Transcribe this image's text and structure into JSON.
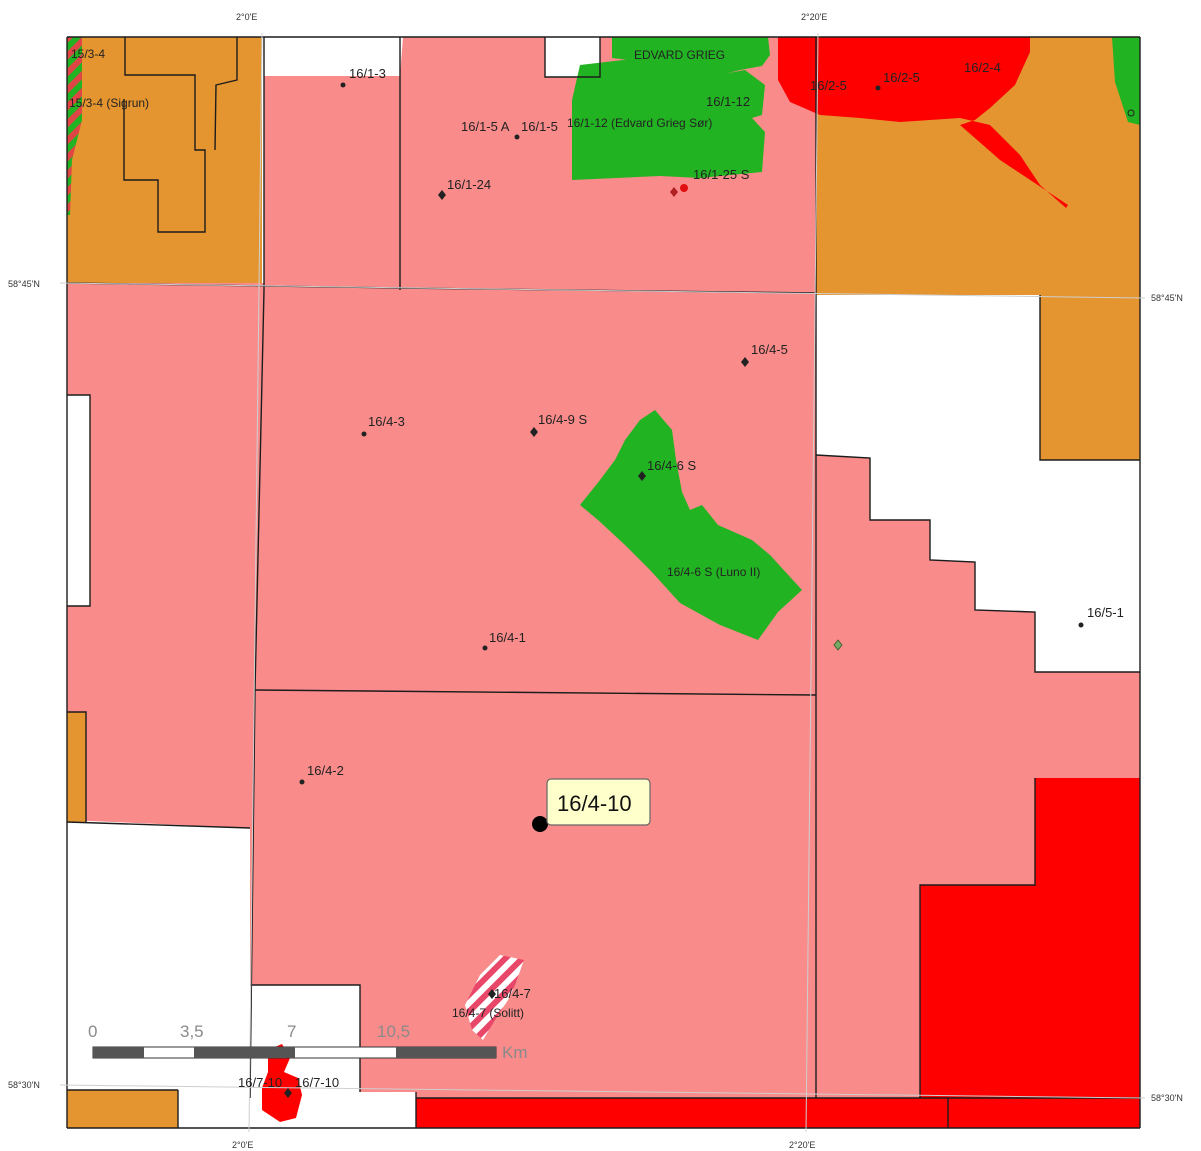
{
  "map": {
    "lon_labels": [
      "2°0'E",
      "2°20'E"
    ],
    "lat_labels": [
      "58°45'N",
      "58°30'N"
    ],
    "fields": {
      "edvard_grieg": "EDVARD GRIEG",
      "edvard_grieg_sor": "16/1-12 (Edvard Grieg Sør)",
      "sigrun": "15/3-4 (Sigrun)",
      "luno_ii": "16/4-6 S (Luno II)",
      "solitt": "16/4-7 (Solitt)",
      "f_15_3_4": "15/3-4"
    },
    "wells": {
      "w_16_1_3": "16/1-3",
      "w_16_1_5a": "16/1-5 A",
      "w_16_1_5": "16/1-5",
      "w_16_1_12": "16/1-12",
      "w_16_1_24": "16/1-24",
      "w_16_1_25s": "16/1-25 S",
      "w_16_2_5": "16/2-5",
      "w_16_2_5b": "16/2-5",
      "w_16_2_4": "16/2-4",
      "w_16_4_5": "16/4-5",
      "w_16_4_3": "16/4-3",
      "w_16_4_9s": "16/4-9 S",
      "w_16_4_6s": "16/4-6 S",
      "w_16_4_1": "16/4-1",
      "w_16_5_1": "16/5-1",
      "w_16_4_2": "16/4-2",
      "w_16_4_7": "16/4-7",
      "w_16_7_10": "16/7-10",
      "w_16_7_10b": "16/7-10"
    },
    "callout": "16/4-10",
    "scale": {
      "ticks": [
        "0",
        "3,5",
        "7",
        "10,5"
      ],
      "unit": "Km"
    },
    "colors": {
      "licensed": "#f98b8b",
      "discovery": "#22b322",
      "producing": "#ff0000",
      "other_licence": "#e5952f",
      "open": "#ffffff",
      "callout_bg": "#ffffcc"
    }
  }
}
